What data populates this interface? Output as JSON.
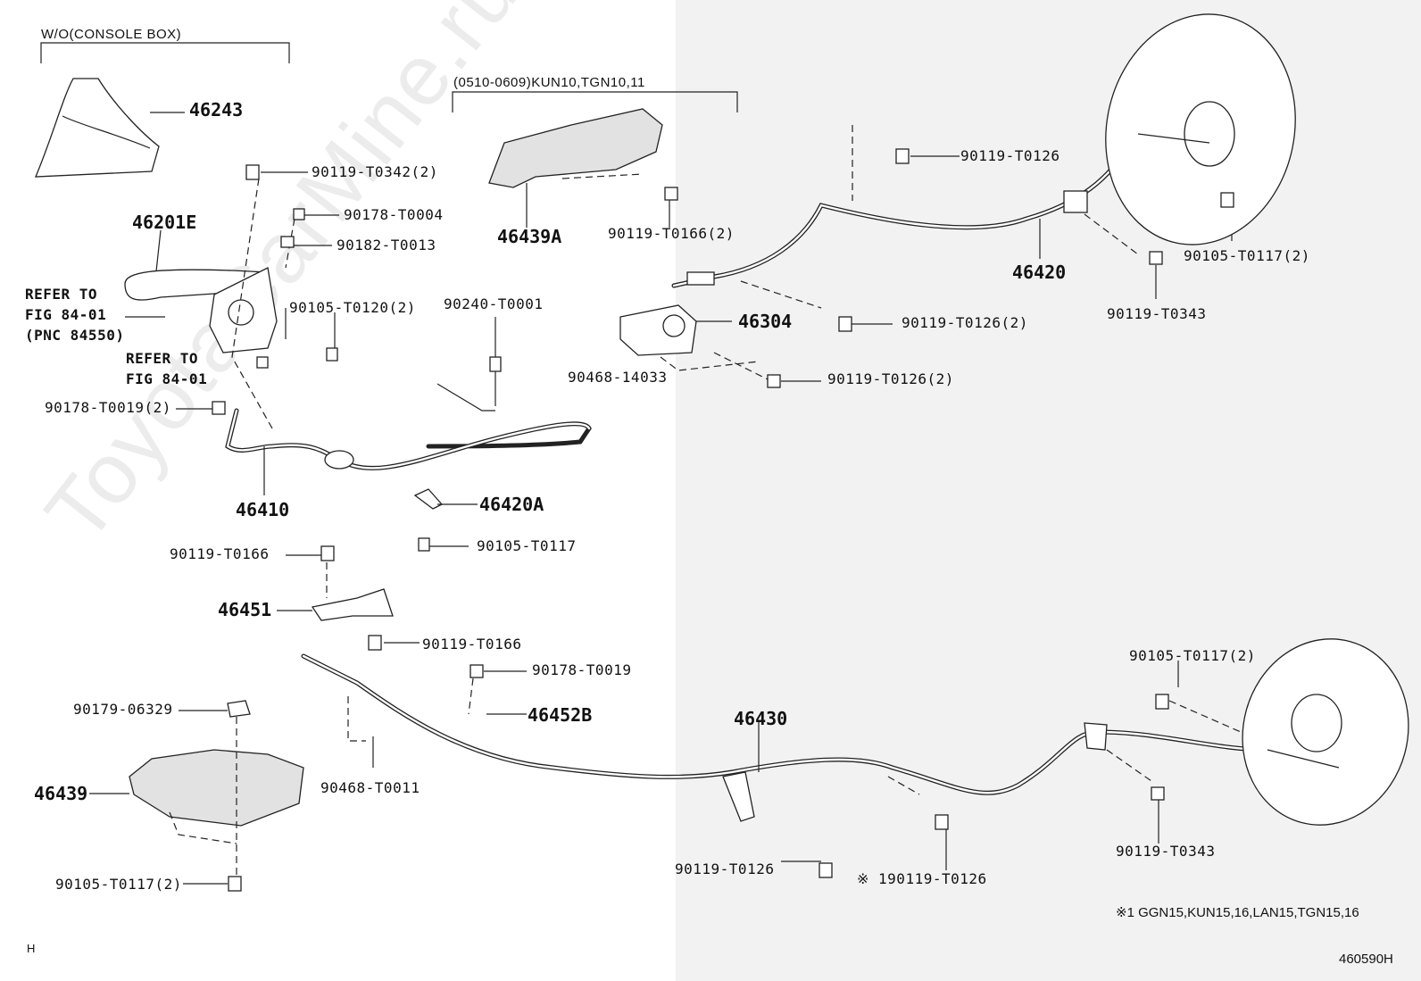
{
  "watermark": "ToyotaCarMine.ru",
  "headers": {
    "console": "W/O(CONSOLE BOX)",
    "variant": "(0510-0609)KUN10,TGN10,11"
  },
  "labels": {
    "p46243": "46243",
    "p46201E": "46201E",
    "p46439A": "46439A",
    "p46420": "46420",
    "p46304": "46304",
    "p46410": "46410",
    "p46420A": "46420A",
    "p46451": "46451",
    "p46452B": "46452B",
    "p46430": "46430",
    "p46439": "46439",
    "b_T0342": "90119-T0342(2)",
    "b_T0004": "90178-T0004",
    "b_T0013": "90182-T0013",
    "b_T0120": "90105-T0120(2)",
    "b_T0001": "90240-T0001",
    "b_14033": "90468-14033",
    "b_T0019x2": "90178-T0019(2)",
    "b_T0166x2": "90119-T0166(2)",
    "b_T0126_top": "90119-T0126",
    "b_T0117x2_top": "90105-T0117(2)",
    "b_T0343_top": "90119-T0343",
    "b_T0126x2_a": "90119-T0126(2)",
    "b_T0126x2_b": "90119-T0126(2)",
    "b_T0117_mid": "90105-T0117",
    "b_T0166_a": "90119-T0166",
    "b_T0166_b": "90119-T0166",
    "b_T0019": "90178-T0019",
    "b_06329": "90179-06329",
    "b_T0011": "90468-T0011",
    "b_T0117x2_low": "90105-T0117(2)",
    "b_T0117x2_right": "90105-T0117(2)",
    "b_T0126_low": "90119-T0126",
    "b_T0126_note": "※ 190119-T0126",
    "b_T0343_low": "90119-T0343",
    "refer1_line1": "REFER TO",
    "refer1_line2": "FIG 84-01",
    "refer1_line3": "(PNC 84550)",
    "refer2_line1": "REFER TO",
    "refer2_line2": "FIG 84-01"
  },
  "footnote": "※1 GGN15,KUN15,16,LAN15,TGN15,16",
  "corner_mark": "H",
  "figure_id": "460590H"
}
